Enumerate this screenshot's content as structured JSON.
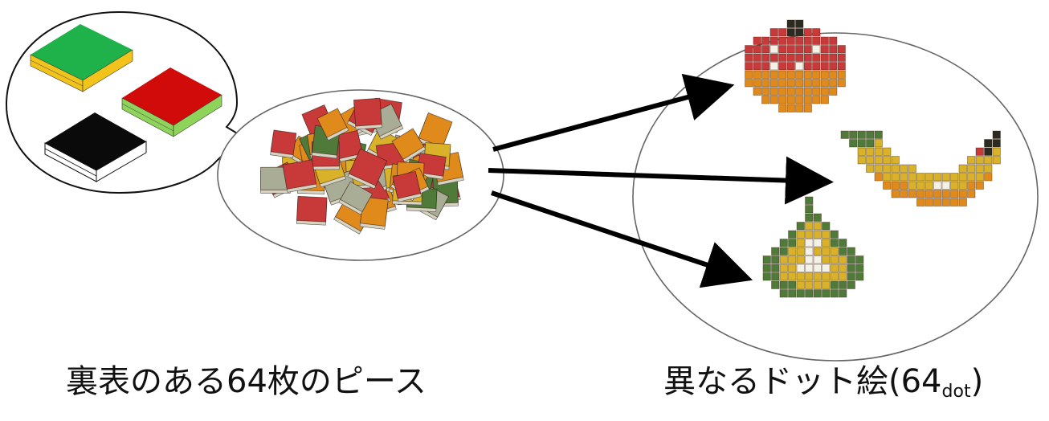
{
  "captions": {
    "left": "裏表のある64枚のピース",
    "right_main": "異なるドット絵(64",
    "right_sub": "dot",
    "right_end": ")"
  },
  "colors": {
    "tile_red": "#c8393a",
    "tile_green": "#4f7a3a",
    "tile_orange": "#e08a1c",
    "tile_yellow": "#d9b22a",
    "tile_gray": "#a9ad96",
    "tile_white": "#f4f1e6",
    "piece_green": "#1fb24a",
    "piece_yellow": "#f2c31a",
    "piece_red": "#d10a0a",
    "piece_lightgreen": "#8fd45a",
    "piece_black": "#0a0a0a"
  },
  "pixel_art": {
    "apple": [
      "......KK......",
      "....RRKKRR....",
      "..RRRRRRRRRR..",
      ".RRRWRRRRWRRR.",
      ".RRRRRRRRRRRR.",
      ".RRRWRRWRRRRR.",
      ".OOOOOOOOOOOO.",
      ".OOOOOOOOOOOO.",
      "..OOOOOOOOOO..",
      "...OOOOOOOO...",
      ".....OOOO....."
    ],
    "banana": [
      "GGGGG.............K",
      ".GGGY............KK",
      "..YYYY..........RKY",
      "..YYYYY........YYYY",
      "...YYYYYY.....YYYY.",
      "....OYYYYYYYYYYYYO.",
      ".....OOOYYYWWYYOO..",
      "......OOOOOOOOOO...",
      ".........OOOOOO...."
    ],
    "pear": [
      ".....G......",
      ".....G......",
      ".....GG.....",
      "....GYYG....",
      "...GYYYYG...",
      "..GGYWWYGG..",
      ".GGYYWYYYGG.",
      "GGYYYWWYYYGG",
      "GGYYWWWWYYGG",
      "GGYYYYYYYYGG",
      ".GGGYYYYGGG.",
      "..GGGGGGGG.."
    ]
  }
}
